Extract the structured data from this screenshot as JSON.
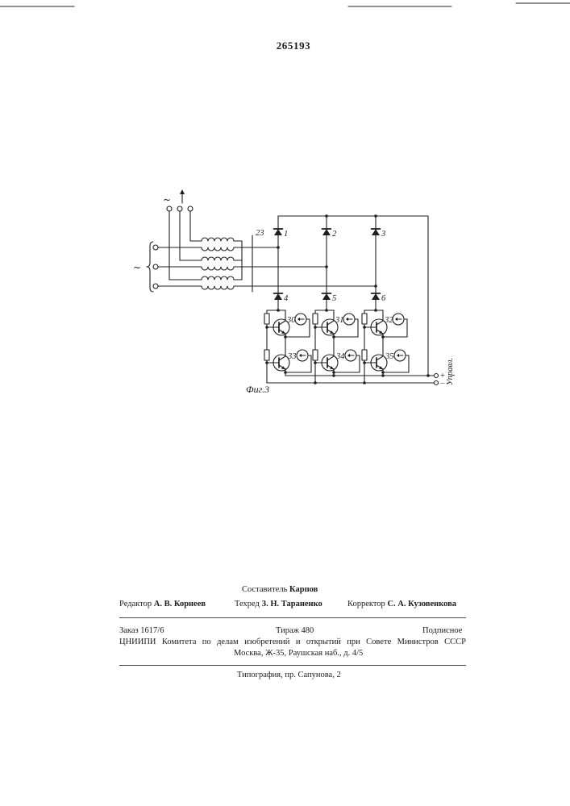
{
  "header": {
    "patent_number": "265193"
  },
  "figure": {
    "ac_symbol_top": "~",
    "ac_symbol_left": "~",
    "transformer_label": "23",
    "diode_labels": [
      "1",
      "2",
      "3",
      "4",
      "5",
      "6"
    ],
    "transistor_labels": [
      "30",
      "31",
      "32",
      "33",
      "34",
      "35"
    ],
    "plus": "+",
    "minus": "−",
    "control_label": "Управл.",
    "caption": "Фиг.3"
  },
  "colophon": {
    "compiler": {
      "label": "Составитель",
      "name": "Карпов"
    },
    "editor": {
      "label": "Редактор",
      "name": "А. В. Корнеев"
    },
    "tech_editor": {
      "label": "Техред",
      "name": "З. Н. Тараненко"
    },
    "proofreader": {
      "label": "Корректор",
      "name": "С. А. Кузовенкова"
    },
    "order": "Заказ 1617/6",
    "circulation": "Тираж 480",
    "subscription": "Подписное",
    "institute": "ЦНИИПИ Комитета по делам изобретений и открытий при Совете Министров СССР",
    "address": "Москва, Ж-35, Раушская наб., д. 4/5",
    "printing_house": "Типография, пр. Сапунова, 2"
  }
}
